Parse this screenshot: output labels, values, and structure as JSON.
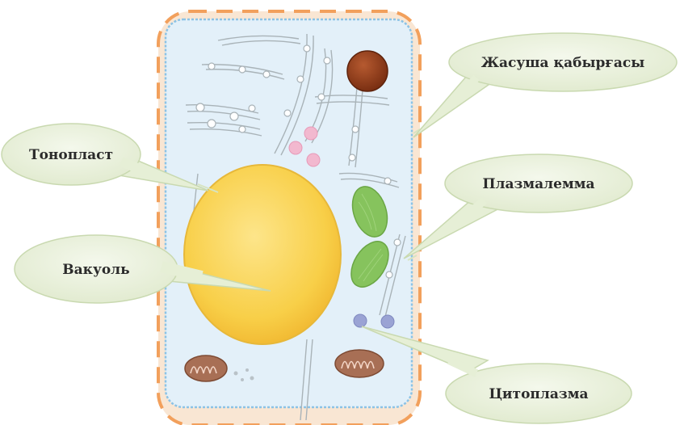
{
  "labels": {
    "cell_wall": "Жасуша қабырғасы",
    "tonoplast": "Тонопласт",
    "plasmalemma": "Плазмалемма",
    "vacuole": "Вакуоль",
    "cytoplasm": "Цитоплазма"
  },
  "colors": {
    "cell_wall_fill": "#f9e6d3",
    "cell_wall_dash": "#f2a05c",
    "cytoplasm_fill": "#e3f0f9",
    "plasmalemma_stroke": "#8cc3e6",
    "vacuole_fill": "#f8cf48",
    "nucleus": "#8f3b1a",
    "chloroplast": "#86c35d",
    "mitochondria": "#a86f55",
    "callout_fill": "#e6efd6",
    "callout_stroke": "#c9d9b0"
  }
}
